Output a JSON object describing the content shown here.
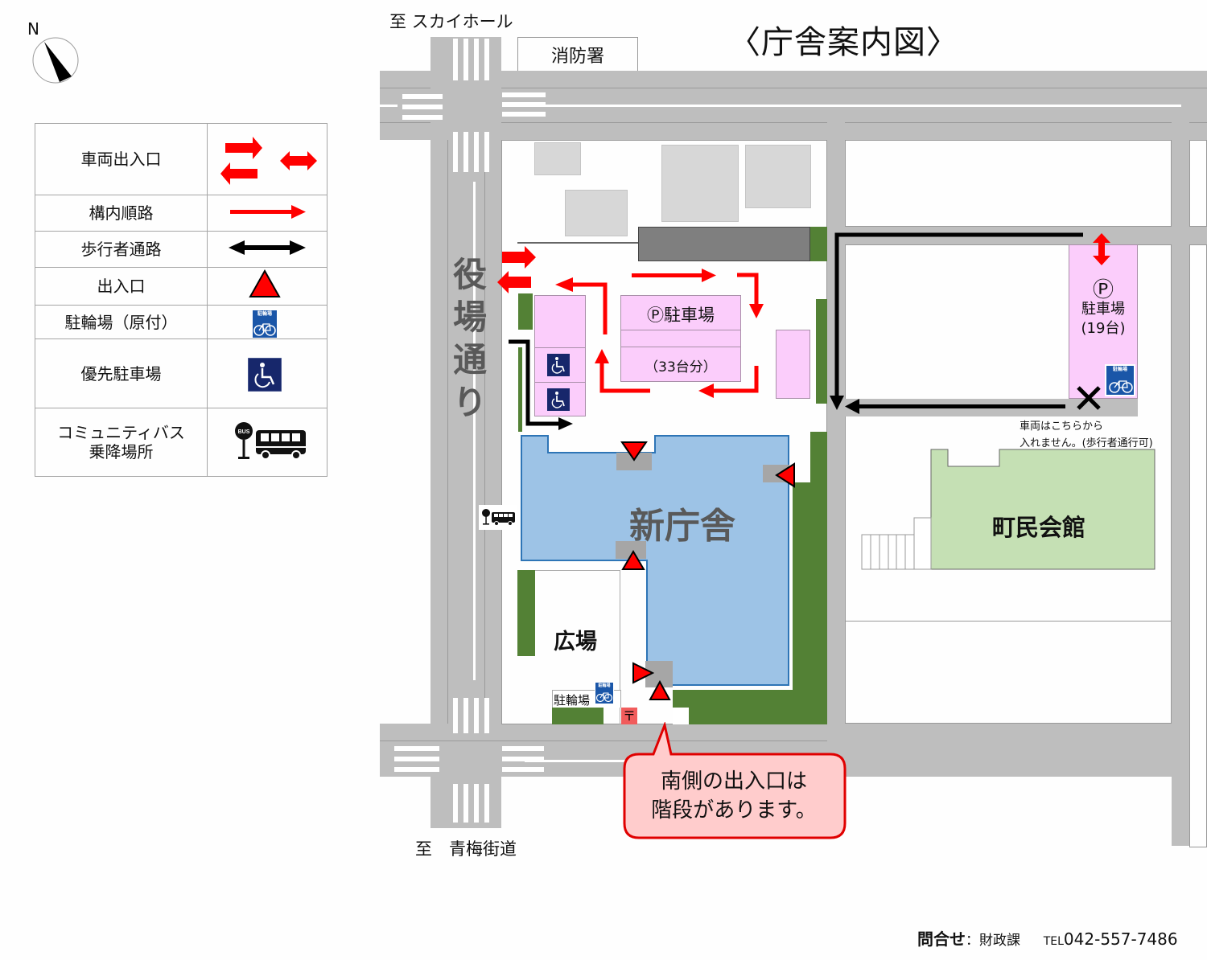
{
  "title": "〈庁舎案内図〉",
  "compass": {
    "label": "N"
  },
  "destinations": {
    "north": "至 スカイホール",
    "south": "至　青梅街道"
  },
  "landmarks": {
    "fire_station": "消防署",
    "main_building": "新庁舎",
    "plaza": "広場",
    "community_hall": "町民会館",
    "street_name_chars": [
      "役",
      "場",
      "通",
      "り"
    ]
  },
  "parking": {
    "main_lot": {
      "label": "Ⓟ駐車場",
      "capacity": "（33台分）"
    },
    "east_lot": {
      "symbol": "Ⓟ",
      "label": "駐車場",
      "capacity": "(19台)"
    }
  },
  "bike_parking": {
    "sign_text": "駐輪場",
    "plaza_label": "駐輪場"
  },
  "post_office_symbol": "〒",
  "notices": {
    "no_vehicle_line1": "車両はこちらから",
    "no_vehicle_line2": "入れません。(歩行者通行可)",
    "callout_line1": "南側の出入口は",
    "callout_line2": "階段があります。"
  },
  "legend": {
    "items": [
      {
        "label": "車両出入口",
        "icon": "vehicle-entrance-arrows"
      },
      {
        "label": "構内順路",
        "icon": "red-route-arrow"
      },
      {
        "label": "歩行者通路",
        "icon": "black-double-arrow"
      },
      {
        "label": "出入口",
        "icon": "red-triangle"
      },
      {
        "label": "駐輪場（原付）",
        "icon": "bicycle-parking-sign"
      },
      {
        "label": "優先駐車場",
        "icon": "wheelchair-sign"
      },
      {
        "label_line1": "コミュニティバス",
        "label_line2": "乗降場所",
        "icon": "bus-stop"
      }
    ]
  },
  "bus_sign_text": "BUS",
  "contact": {
    "label": "問合せ",
    "department": "：財政課",
    "tel_prefix": "TEL",
    "phone": "042-557-7486"
  },
  "colors": {
    "road": "#bebebe",
    "building_blue": "#9dc3e6",
    "building_border": "#2e75b6",
    "hall_green": "#c5e0b4",
    "hedge_green": "#538135",
    "parking_pink": "#fbcdfb",
    "arrow_red": "#ff0000",
    "callout_fill": "#ffcccc",
    "callout_border": "#e00000"
  }
}
